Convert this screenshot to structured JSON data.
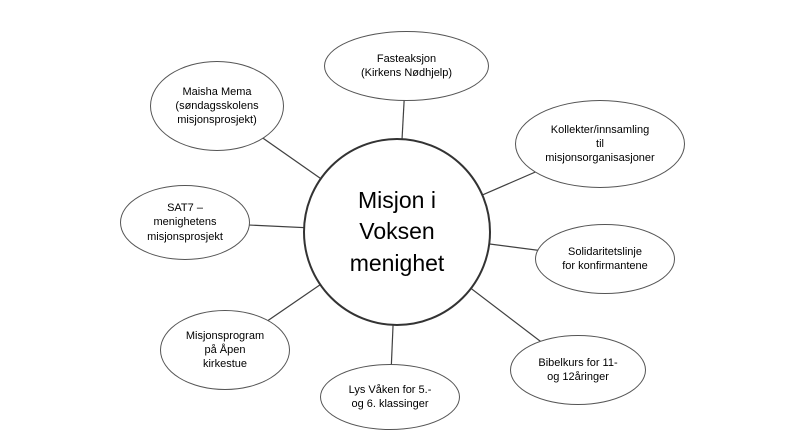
{
  "diagram": {
    "type": "radial-mind-map",
    "center": {
      "label": "Misjon i\nVoksen\nmenighet"
    },
    "nodes": [
      {
        "id": "fasteaksjon",
        "label": "Fasteaksjon\n(Kirkens Nødhjelp)"
      },
      {
        "id": "maisha-mema",
        "label": "Maisha Mema\n(søndagsskolens\nmisjonsprosjekt)"
      },
      {
        "id": "kollekter",
        "label": "Kollekter/innsamling\ntil\nmisjonsorganisasjoner"
      },
      {
        "id": "sat7",
        "label": "SAT7 –\nmenighetens\nmisjonsprosjekt"
      },
      {
        "id": "solidaritetslinje",
        "label": "Solidaritetslinje\nfor konfirmantene"
      },
      {
        "id": "misjonsprogram",
        "label": "Misjonsprogram\npå Åpen\nkirkestue"
      },
      {
        "id": "bibelkurs",
        "label": "Bibelkurs for 11-\nog 12åringer"
      },
      {
        "id": "lys-vaken",
        "label": "Lys Våken for 5.-\nog 6. klassinger"
      }
    ],
    "colors": {
      "background": "#ffffff",
      "stroke": "#404040",
      "text": "#000000"
    }
  }
}
